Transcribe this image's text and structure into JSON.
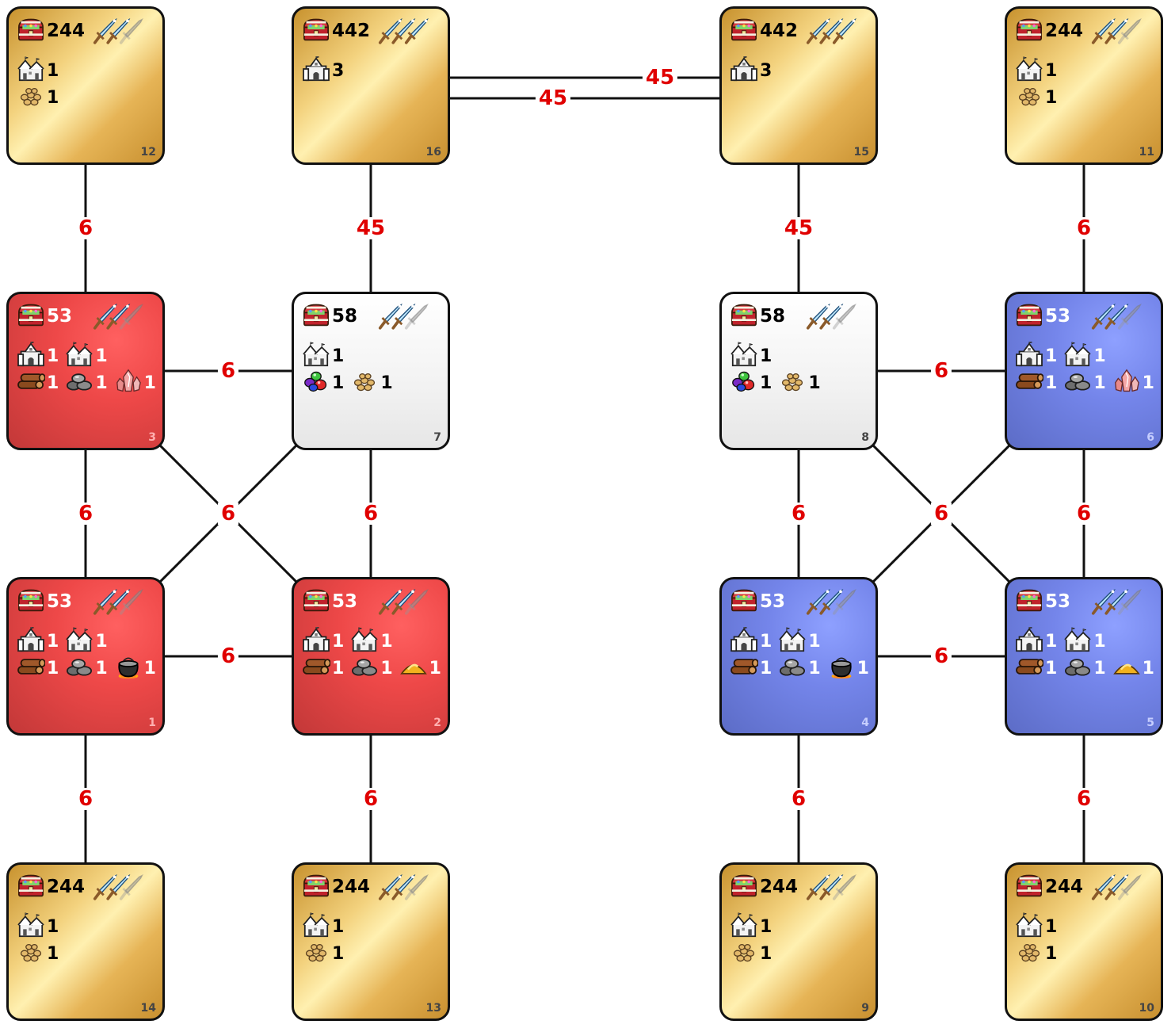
{
  "tiles": [
    {
      "id": "12",
      "theme": "gold",
      "gold": "244",
      "swords": 2,
      "rows": [
        [
          {
            "icon": "house-icon",
            "count": "1"
          }
        ],
        [
          {
            "icon": "grain-icon",
            "count": "1"
          }
        ]
      ]
    },
    {
      "id": "16",
      "theme": "gold",
      "gold": "442",
      "swords": 3,
      "rows": [
        [
          {
            "icon": "castle-icon",
            "count": "3"
          }
        ],
        []
      ]
    },
    {
      "id": "15",
      "theme": "gold",
      "gold": "442",
      "swords": 3,
      "rows": [
        [
          {
            "icon": "castle-icon",
            "count": "3"
          }
        ],
        []
      ]
    },
    {
      "id": "11",
      "theme": "gold",
      "gold": "244",
      "swords": 2,
      "rows": [
        [
          {
            "icon": "house-icon",
            "count": "1"
          }
        ],
        [
          {
            "icon": "grain-icon",
            "count": "1"
          }
        ]
      ]
    },
    {
      "id": "3",
      "theme": "red",
      "gold": "53",
      "swords": 2,
      "rows": [
        [
          {
            "icon": "castle-icon",
            "count": "1"
          },
          {
            "icon": "house-icon",
            "count": "1"
          }
        ],
        [
          {
            "icon": "wood-icon",
            "count": "1"
          },
          {
            "icon": "stone-icon",
            "count": "1"
          },
          {
            "icon": "crystal-icon",
            "count": "1"
          }
        ]
      ]
    },
    {
      "id": "7",
      "theme": "white",
      "gold": "58",
      "swords": 2,
      "rows": [
        [
          {
            "icon": "house-icon",
            "count": "1"
          }
        ],
        [
          {
            "icon": "gems-icon",
            "count": "1"
          },
          {
            "icon": "grain-icon",
            "count": "1"
          }
        ]
      ]
    },
    {
      "id": "8",
      "theme": "white",
      "gold": "58",
      "swords": 2,
      "rows": [
        [
          {
            "icon": "house-icon",
            "count": "1"
          }
        ],
        [
          {
            "icon": "gems-icon",
            "count": "1"
          },
          {
            "icon": "grain-icon",
            "count": "1"
          }
        ]
      ]
    },
    {
      "id": "6",
      "theme": "blue",
      "gold": "53",
      "swords": 2,
      "rows": [
        [
          {
            "icon": "castle-icon",
            "count": "1"
          },
          {
            "icon": "house-icon",
            "count": "1"
          }
        ],
        [
          {
            "icon": "wood-icon",
            "count": "1"
          },
          {
            "icon": "stone-icon",
            "count": "1"
          },
          {
            "icon": "crystal-icon",
            "count": "1"
          }
        ]
      ]
    },
    {
      "id": "1",
      "theme": "red",
      "gold": "53",
      "swords": 2,
      "rows": [
        [
          {
            "icon": "castle-icon",
            "count": "1"
          },
          {
            "icon": "house-icon",
            "count": "1"
          }
        ],
        [
          {
            "icon": "wood-icon",
            "count": "1"
          },
          {
            "icon": "stone-icon",
            "count": "1"
          },
          {
            "icon": "cauldron-icon",
            "count": "1"
          }
        ]
      ]
    },
    {
      "id": "2",
      "theme": "red",
      "gold": "53",
      "swords": 2,
      "rows": [
        [
          {
            "icon": "castle-icon",
            "count": "1"
          },
          {
            "icon": "house-icon",
            "count": "1"
          }
        ],
        [
          {
            "icon": "wood-icon",
            "count": "1"
          },
          {
            "icon": "stone-icon",
            "count": "1"
          },
          {
            "icon": "sulfur-icon",
            "count": "1"
          }
        ]
      ]
    },
    {
      "id": "4",
      "theme": "blue",
      "gold": "53",
      "swords": 2,
      "rows": [
        [
          {
            "icon": "castle-icon",
            "count": "1"
          },
          {
            "icon": "house-icon",
            "count": "1"
          }
        ],
        [
          {
            "icon": "wood-icon",
            "count": "1"
          },
          {
            "icon": "stone-icon",
            "count": "1"
          },
          {
            "icon": "cauldron-icon",
            "count": "1"
          }
        ]
      ]
    },
    {
      "id": "5",
      "theme": "blue",
      "gold": "53",
      "swords": 2,
      "rows": [
        [
          {
            "icon": "castle-icon",
            "count": "1"
          },
          {
            "icon": "house-icon",
            "count": "1"
          }
        ],
        [
          {
            "icon": "wood-icon",
            "count": "1"
          },
          {
            "icon": "stone-icon",
            "count": "1"
          },
          {
            "icon": "sulfur-icon",
            "count": "1"
          }
        ]
      ]
    },
    {
      "id": "14",
      "theme": "gold",
      "gold": "244",
      "swords": 2,
      "rows": [
        [
          {
            "icon": "house-icon",
            "count": "1"
          }
        ],
        [
          {
            "icon": "grain-icon",
            "count": "1"
          }
        ]
      ]
    },
    {
      "id": "13",
      "theme": "gold",
      "gold": "244",
      "swords": 2,
      "rows": [
        [
          {
            "icon": "house-icon",
            "count": "1"
          }
        ],
        [
          {
            "icon": "grain-icon",
            "count": "1"
          }
        ]
      ]
    },
    {
      "id": "9",
      "theme": "gold",
      "gold": "244",
      "swords": 2,
      "rows": [
        [
          {
            "icon": "house-icon",
            "count": "1"
          }
        ],
        [
          {
            "icon": "grain-icon",
            "count": "1"
          }
        ]
      ]
    },
    {
      "id": "10",
      "theme": "gold",
      "gold": "244",
      "swords": 2,
      "rows": [
        [
          {
            "icon": "house-icon",
            "count": "1"
          }
        ],
        [
          {
            "icon": "grain-icon",
            "count": "1"
          }
        ]
      ]
    }
  ],
  "edges": [
    {
      "from": "12",
      "to": "3",
      "label": "6"
    },
    {
      "from": "16",
      "to": "7",
      "label": "45"
    },
    {
      "from": "15",
      "to": "8",
      "label": "45"
    },
    {
      "from": "11",
      "to": "6",
      "label": "6"
    },
    {
      "from": "16",
      "to": "15",
      "label": "45"
    },
    {
      "from": "16",
      "to": "15",
      "label": "45"
    },
    {
      "from": "3",
      "to": "7",
      "label": "6"
    },
    {
      "from": "8",
      "to": "6",
      "label": "6"
    },
    {
      "from": "3",
      "to": "1",
      "label": "6"
    },
    {
      "from": "7",
      "to": "2",
      "label": "6"
    },
    {
      "from": "3",
      "to": "2",
      "label": "6"
    },
    {
      "from": "7",
      "to": "1",
      "label": ""
    },
    {
      "from": "8",
      "to": "4",
      "label": "6"
    },
    {
      "from": "6",
      "to": "5",
      "label": "6"
    },
    {
      "from": "8",
      "to": "5",
      "label": "6"
    },
    {
      "from": "6",
      "to": "4",
      "label": ""
    },
    {
      "from": "1",
      "to": "2",
      "label": "6"
    },
    {
      "from": "4",
      "to": "5",
      "label": "6"
    },
    {
      "from": "1",
      "to": "14",
      "label": "6"
    },
    {
      "from": "2",
      "to": "13",
      "label": "6"
    },
    {
      "from": "4",
      "to": "9",
      "label": "6"
    },
    {
      "from": "5",
      "to": "10",
      "label": "6"
    }
  ],
  "colors": {
    "edge": "#111111",
    "edge_label": "#e00000",
    "gold_tile": "#e6b456",
    "red_tile": "#ee4848",
    "white_tile": "#f2f2f2",
    "blue_tile": "#7485ea"
  }
}
